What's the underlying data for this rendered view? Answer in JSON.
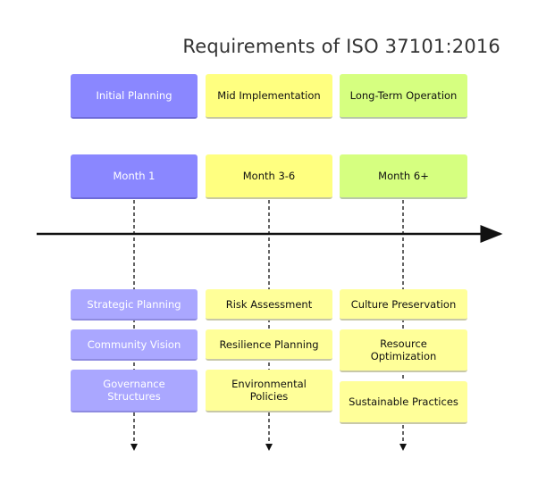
{
  "title": "Requirements of ISO 37101:2016",
  "phases": [
    {
      "name": "Initial Planning",
      "period": "Month 1",
      "color": "#8a87ff",
      "items": [
        "Strategic Planning",
        "Community Vision",
        "Governance Structures"
      ]
    },
    {
      "name": "Mid Implementation",
      "period": "Month 3-6",
      "color": "#ffff80",
      "items": [
        "Risk Assessment",
        "Resilience Planning",
        "Environmental Policies"
      ]
    },
    {
      "name": "Long-Term Operation",
      "period": "Month 6+",
      "color": "#d6ff80",
      "items": [
        "Culture Preservation",
        "Resource Optimization",
        "Sustainable Practices"
      ]
    }
  ]
}
